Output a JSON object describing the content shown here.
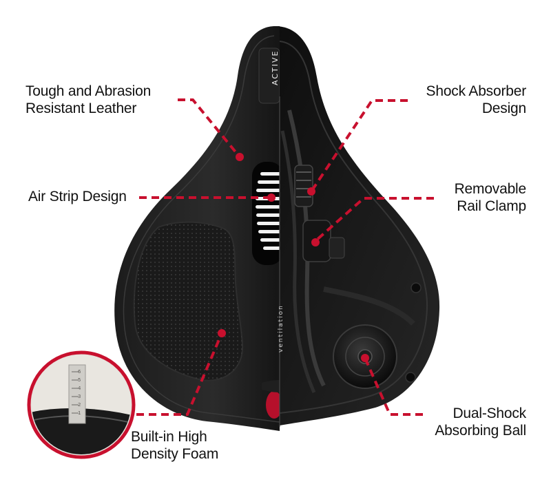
{
  "colors": {
    "accent": "#c8102e",
    "saddle": "#111111",
    "label": "#111111"
  },
  "product": {
    "brand_text": "ACTIVE",
    "side_text": "ventilation"
  },
  "callouts": {
    "leather": {
      "line1": "Tough and Abrasion",
      "line2": "Resistant Leather"
    },
    "shock": {
      "line1": "Shock Absorber",
      "line2": "Design"
    },
    "air": {
      "line1": "Air Strip Design"
    },
    "rail": {
      "line1": "Removable",
      "line2": "Rail Clamp"
    },
    "foam": {
      "line1": "Built-in High",
      "line2": "Density Foam"
    },
    "ball": {
      "line1": "Dual-Shock",
      "line2": "Absorbing Ball"
    }
  },
  "inset": {
    "ruler_marks": [
      "1",
      "2",
      "3",
      "4",
      "5",
      "6"
    ]
  }
}
